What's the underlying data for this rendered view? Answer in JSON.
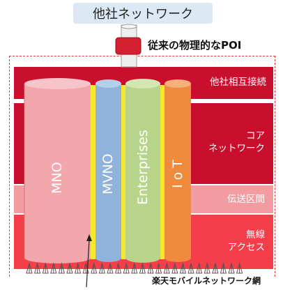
{
  "top_box": {
    "label": "他社ネットワーク"
  },
  "poi": {
    "label": "従来の物理的なPOI"
  },
  "layers": {
    "interconnect": "他社相互接続",
    "core_line1": "コア",
    "core_line2": "ネットワーク",
    "transport": "伝送区間",
    "access_line1": "無線",
    "access_line2": "アクセス"
  },
  "cylinders": {
    "mno": "MNO",
    "mvno": "MVNO",
    "enterprises": "Enterprises",
    "iot": "I o T"
  },
  "footer": {
    "label": "楽天モバイルネットワーク網"
  },
  "colors": {
    "layer_dark_red": "#c8102e",
    "layer_pink": "#f29ca1",
    "layer_red": "#f43f4a",
    "mno": "#f2a7ad",
    "mvno": "#8fb3da",
    "enterprises": "#b8d48a",
    "iot": "#f08a3c",
    "divider_yellow": "#f5e830"
  }
}
